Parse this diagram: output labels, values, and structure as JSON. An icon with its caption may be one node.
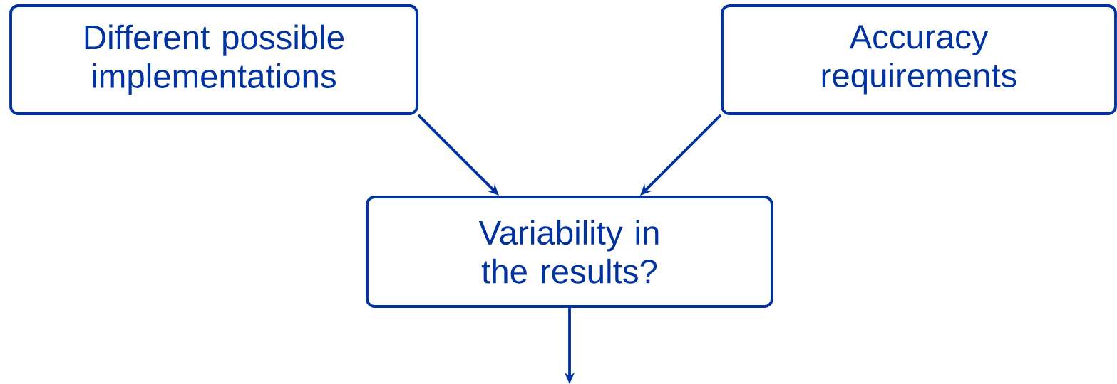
{
  "diagram": {
    "nodes": [
      {
        "text": [
          "Different possible implementations"
        ]
      },
      {
        "text": [
          "Accuracy requirements"
        ]
      },
      {
        "text": [
          "Variability in the results?"
        ]
      }
    ],
    "edges": [
      {
        "from": 0,
        "to": 2,
        "arrow": "to"
      },
      {
        "from": 1,
        "to": 2,
        "arrow": "to"
      },
      {
        "from": 2,
        "to": null,
        "arrow": "to"
      }
    ]
  }
}
